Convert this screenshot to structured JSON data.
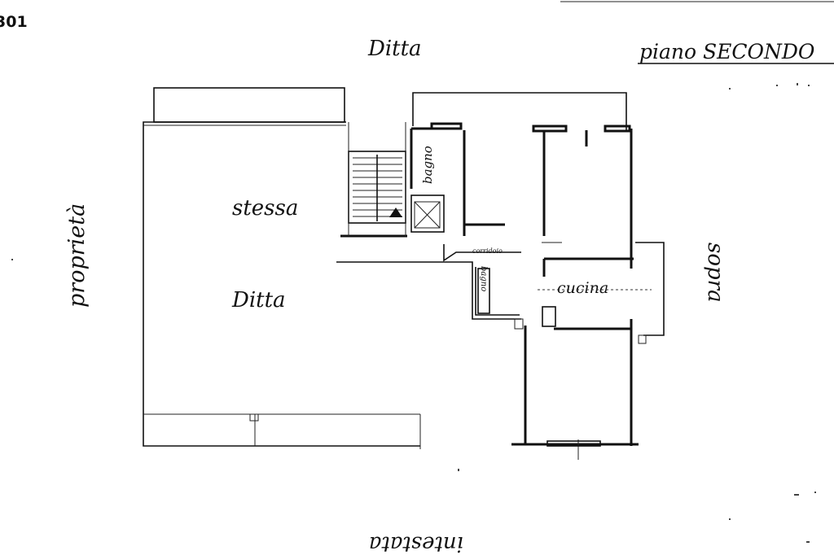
{
  "sheet": {
    "number": "301",
    "floor_label": "piano SECONDO"
  },
  "neighbors": {
    "top": "Ditta",
    "left": "proprietà",
    "right": "sopra",
    "bottom": "intestata"
  },
  "rooms": {
    "large_area_line1": "stessa",
    "large_area_line2": "Ditta",
    "bathroom": "bagno",
    "corridor": "corridoio",
    "kitchen": "cucina",
    "small_bath": "bagno"
  },
  "colors": {
    "ink": "#111111",
    "paper": "#ffffff"
  }
}
